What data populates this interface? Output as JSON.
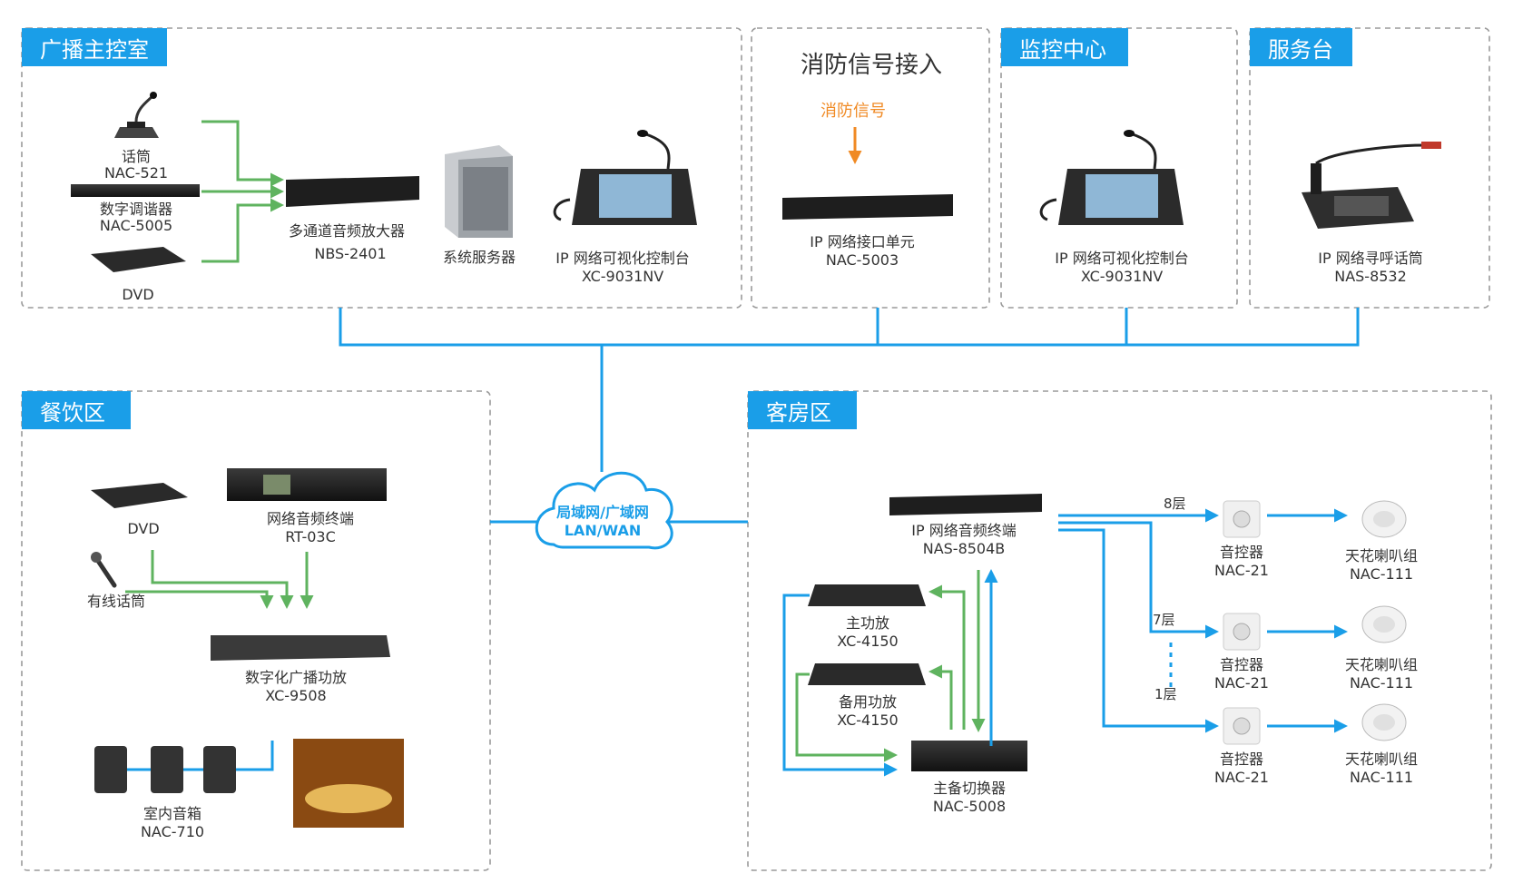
{
  "zones": {
    "control_room": "广播主控室",
    "fire": "消防信号接入",
    "monitor": "监控中心",
    "service": "服务台",
    "dining": "餐饮区",
    "guest": "客房区"
  },
  "fire_signal": "消防信号",
  "cloud": {
    "line1": "局域网/广域网",
    "line2": "LAN/WAN"
  },
  "devices": {
    "mic": {
      "name": "话筒",
      "model": "NAC-521"
    },
    "tuner": {
      "name": "数字调谐器",
      "model": "NAC-5005"
    },
    "dvd_main": {
      "name": "DVD"
    },
    "amp_multi": {
      "name": "多通道音频放大器",
      "model": "NBS-2401"
    },
    "server": {
      "name": "系统服务器"
    },
    "console_main": {
      "name": "IP 网络可视化控制台",
      "model": "XC-9031NV"
    },
    "interface": {
      "name": "IP 网络接口单元",
      "model": "NAC-5003"
    },
    "console_monitor": {
      "name": "IP 网络可视化控制台",
      "model": "XC-9031NV"
    },
    "paging_mic": {
      "name": "IP 网络寻呼话筒",
      "model": "NAS-8532"
    },
    "dvd_dining": {
      "name": "DVD"
    },
    "terminal_dining": {
      "name": "网络音频终端",
      "model": "RT-03C"
    },
    "wired_mic": {
      "name": "有线话筒"
    },
    "digital_amp": {
      "name": "数字化广播功放",
      "model": "XC-9508"
    },
    "indoor_speaker": {
      "name": "室内音箱",
      "model": "NAC-710"
    },
    "terminal_guest": {
      "name": "IP 网络音频终端",
      "model": "NAS-8504B"
    },
    "main_amp": {
      "name": "主功放",
      "model": "XC-4150"
    },
    "backup_amp": {
      "name": "备用功放",
      "model": "XC-4150"
    },
    "switcher": {
      "name": "主备切换器",
      "model": "NAC-5008"
    },
    "vol_ctrl": {
      "name": "音控器",
      "model": "NAC-21"
    },
    "ceiling_spk": {
      "name": "天花喇叭组",
      "model": "NAC-111"
    }
  },
  "floors": [
    "8层",
    "7层",
    "1层"
  ],
  "colors": {
    "accent_blue": "#1a9ee8",
    "signal_green": "#5fb35f",
    "fire_orange": "#f08a24"
  }
}
